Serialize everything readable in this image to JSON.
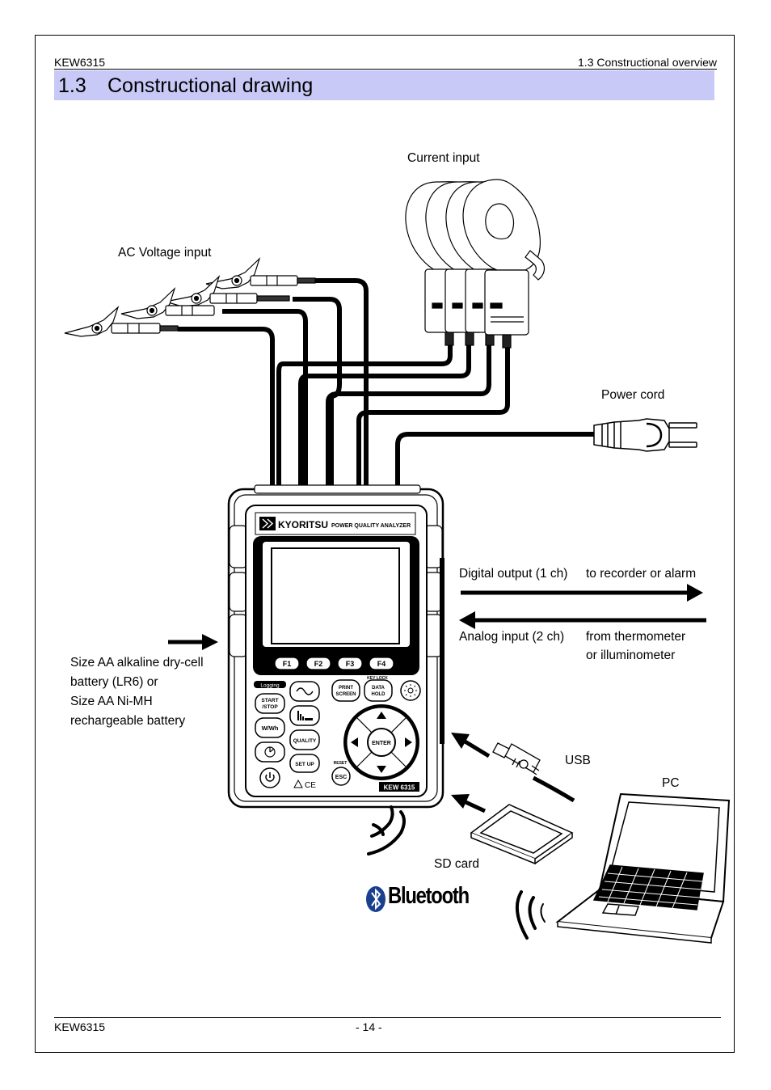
{
  "header": {
    "left": "KEW6315",
    "right": "1.3 Constructional overview"
  },
  "section": {
    "number": "1.3",
    "title": "Constructional drawing"
  },
  "labels": {
    "current_input": "Current input",
    "ac_voltage_input": "AC Voltage input",
    "power_cord": "Power cord",
    "digital_output": "Digital output (1 ch)",
    "digital_output_target": "to recorder or alarm",
    "analog_input": "Analog input (2 ch)",
    "analog_input_source_1": "from thermometer",
    "analog_input_source_2": "or illuminometer",
    "battery_line_1": "Size AA alkaline dry-cell",
    "battery_line_2": "battery (LR6) or",
    "battery_line_3": "Size AA Ni-MH",
    "battery_line_4": "rechargeable battery",
    "usb": "USB",
    "pc": "PC",
    "sd_card": "SD card",
    "bluetooth": "Bluetooth"
  },
  "device": {
    "brand": "KYORITSU",
    "product": "POWER QUALITY ANALYZER",
    "model": "KEW 6315",
    "function_keys": [
      "F1",
      "F2",
      "F3",
      "F4"
    ],
    "logging_label": "Logging",
    "key_lock_label": "KEY LOCK",
    "reset_label": "RESET",
    "buttons": {
      "start_stop": "START /STOP",
      "w_wh": "W/Wh",
      "quality": "QUALITY",
      "set_up": "SET UP",
      "print_screen": "PRINT SCREEN",
      "data_hold": "DATA HOLD",
      "enter": "ENTER",
      "esc": "ESC"
    }
  },
  "footer": {
    "left": "KEW6315",
    "page": "- 14 -"
  }
}
